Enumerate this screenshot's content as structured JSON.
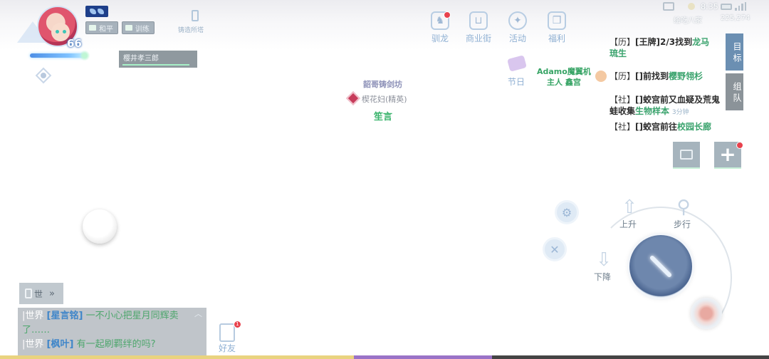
{
  "player": {
    "level": "66",
    "mode_peace": "和平",
    "mode_train": "训练",
    "target_name": "樱井孝三郎"
  },
  "status_bar": {
    "time": "8:35",
    "server_name": "绘吃八家",
    "server_id": "225,274"
  },
  "tower": {
    "label": "铸造所塔"
  },
  "top_menu": [
    {
      "label": "驯龙",
      "icon": "dragon-icon",
      "badge": true
    },
    {
      "label": "商业街",
      "icon": "shop-cart-icon",
      "badge": false
    },
    {
      "label": "活动",
      "icon": "activity-icon",
      "badge": false
    },
    {
      "label": "福利",
      "icon": "gift-icon",
      "badge": false
    }
  ],
  "festival": {
    "label": "节日"
  },
  "adamo": {
    "line1": "Adamo魔翼机",
    "line2": "主人 鑫宫"
  },
  "npc": {
    "guild": "韶哥铸剑坊",
    "name": "楔花妇(精英)",
    "title": "笙言"
  },
  "quests": [
    {
      "tag": "【历】",
      "text": "[王牌]2/3找到",
      "loc": "龙马",
      "extra": "琉生",
      "time": ""
    },
    {
      "tag": "【历】",
      "text": "[]前找到",
      "loc": "樱野翎杉",
      "extra": "",
      "time": ""
    },
    {
      "tag": "【社】",
      "text": "[]蛟宫前又血疑及荒鬼蛙收集",
      "loc": "生物样本",
      "extra": "",
      "time": "3分钟"
    },
    {
      "tag": "【社】",
      "text": "[]蛟宫前往",
      "loc": "校园长廊",
      "extra": "",
      "time": ""
    }
  ],
  "side_tabs": {
    "target": "目标",
    "team": "组队"
  },
  "skills": {
    "up": "上升",
    "walk": "步行",
    "down": "下降"
  },
  "chat": {
    "channel": "世",
    "lines": [
      {
        "chan": "|世界",
        "who": "[星言铭]",
        "msg": "一不小心把星月同辉卖了……"
      },
      {
        "chan": "|世界",
        "who": "[枫叶]",
        "msg": "有一起刷羁绊的吗?"
      }
    ]
  },
  "friends": {
    "label": "好友",
    "badge": "1"
  },
  "colors": {
    "accent": "#6b8fb2",
    "quest_location": "#3aa36d",
    "chat_name": "#3f86c9",
    "chat_msg": "#4da66c",
    "alert": "#e8424d"
  }
}
